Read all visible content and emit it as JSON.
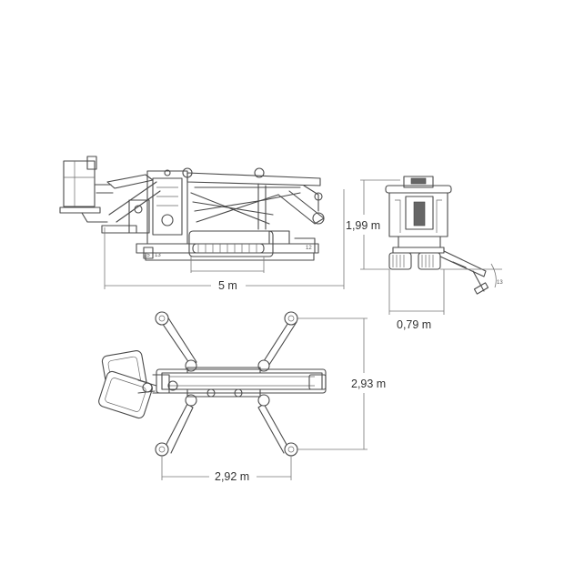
{
  "dimensions": {
    "side_length": "5 m",
    "front_height": "1,99 m",
    "front_width": "0,79 m",
    "top_depth": "2,93 m",
    "top_width": "2,92 m"
  },
  "small_marks": {
    "side_a": "15",
    "side_b": "13",
    "side_c": "12",
    "front_angle": "13"
  }
}
